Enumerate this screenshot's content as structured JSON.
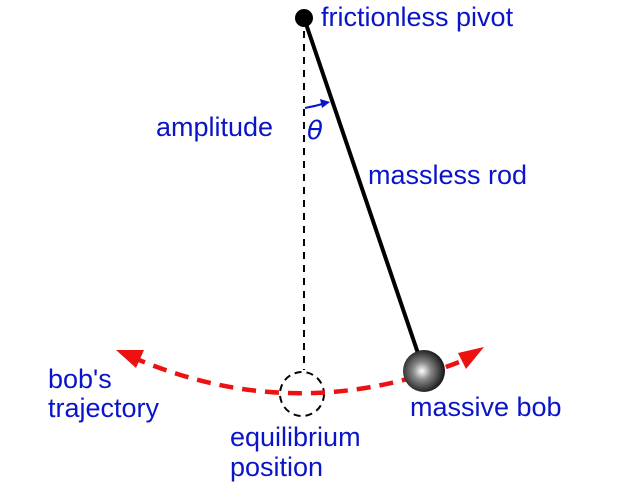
{
  "labels": {
    "pivot": "frictionless pivot",
    "amplitude": "amplitude",
    "theta": "θ",
    "rod": "massless rod",
    "trajectory_line1": "bob's",
    "trajectory_line2": "trajectory",
    "equilibrium_line1": "equilibrium",
    "equilibrium_line2": "position",
    "bob": "massive bob"
  },
  "colors": {
    "text": "#0a14c8",
    "trajectory": "#ee1111",
    "rod": "#000000"
  }
}
